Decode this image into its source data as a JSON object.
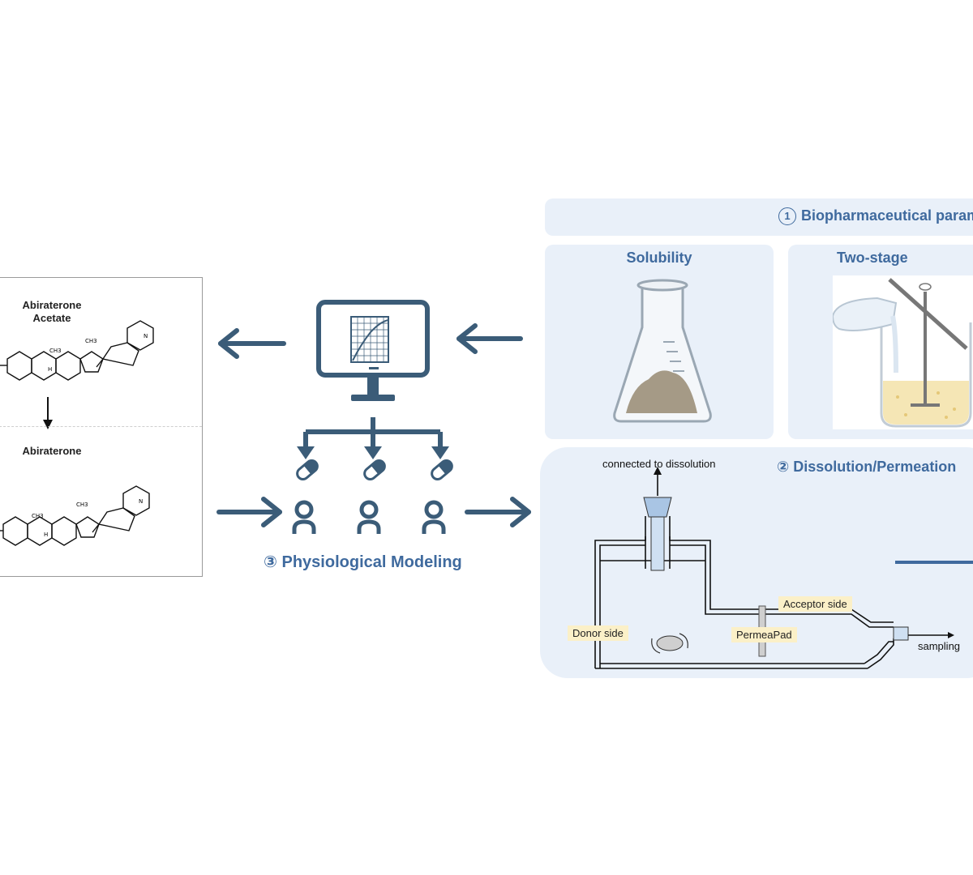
{
  "chemistry": {
    "compound_top": "Abiraterone\nAcetate",
    "compound_bottom": "Abiraterone",
    "atom_ch3": "CH3",
    "atom_h": "H",
    "atom_n": "N"
  },
  "modeling": {
    "number": "③",
    "title": "Physiological Modeling"
  },
  "biopharm": {
    "number": "1",
    "title": "Biopharmaceutical param",
    "solubility_label": "Solubility",
    "two_stage_label": "Two-stage"
  },
  "dissolution": {
    "number": "②",
    "title": "Dissolution/Permeation",
    "connected_label": "connected to dissolution",
    "acceptor_label": "Acceptor side",
    "donor_label": "Donor side",
    "permeapad_label": "PermeaPad",
    "sampling_label": "sampling"
  },
  "colors": {
    "arrow": "#3b5c78",
    "panel": "#e9f0f9",
    "title_blue": "#3f6a9e",
    "label_bg": "#fbf0c8"
  }
}
